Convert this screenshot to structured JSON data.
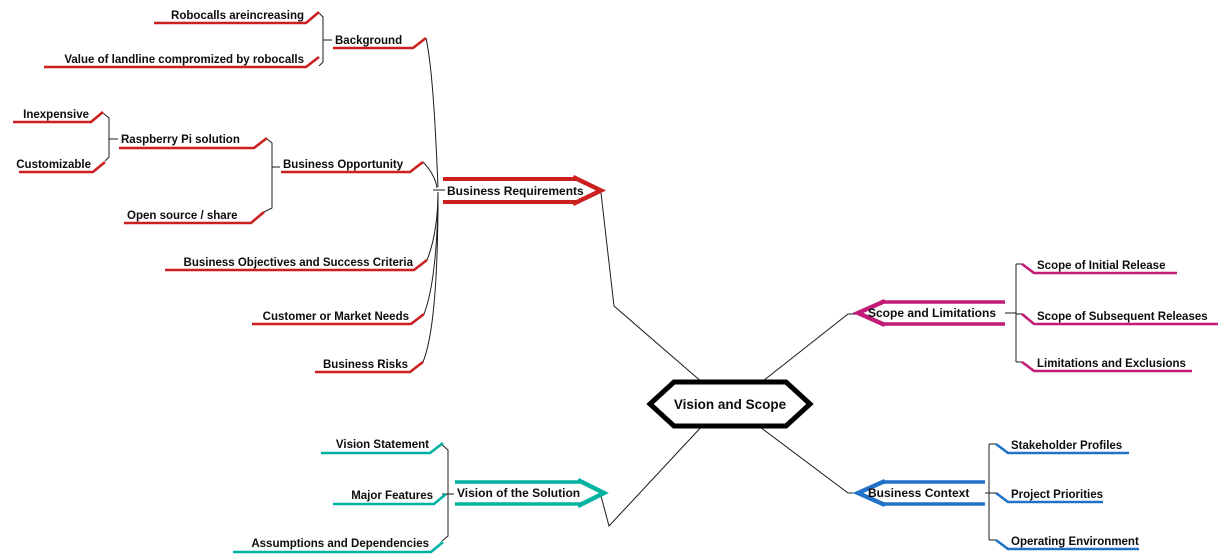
{
  "app": {
    "background_color": "#ffffff"
  },
  "diagram": {
    "type": "mindmap",
    "center": {
      "label": "Vision and Scope",
      "border_color": "#000000",
      "fill_color": "#ffffff"
    },
    "branches": [
      {
        "label": "Business Requirements",
        "color": "#cc1f1f",
        "children": [
          {
            "label": "Background",
            "children": [
              {
                "label": "Robocalls areincreasing"
              },
              {
                "label": "Value of landline compromized by robocalls"
              }
            ]
          },
          {
            "label": "Business Opportunity",
            "children": [
              {
                "label": "Raspberry Pi solution",
                "children": [
                  {
                    "label": "Inexpensive"
                  },
                  {
                    "label": "Customizable"
                  }
                ]
              },
              {
                "label": "Open source / share"
              }
            ]
          },
          {
            "label": "Business Objectives and Success Criteria"
          },
          {
            "label": "Customer or Market Needs"
          },
          {
            "label": "Business Risks"
          }
        ]
      },
      {
        "label": "Scope and Limitations",
        "color": "#c11b75",
        "children": [
          {
            "label": "Scope of Initial Release"
          },
          {
            "label": "Scope of Subsequent Releases"
          },
          {
            "label": "Limitations and Exclusions"
          }
        ]
      },
      {
        "label": "Business Context",
        "color": "#2272c8",
        "children": [
          {
            "label": "Stakeholder Profiles"
          },
          {
            "label": "Project Priorities"
          },
          {
            "label": "Operating Environment"
          }
        ]
      },
      {
        "label": "Vision of the Solution",
        "color": "#00b2a2",
        "children": [
          {
            "label": "Vision Statement"
          },
          {
            "label": "Major Features"
          },
          {
            "label": "Assumptions and Dependencies"
          }
        ]
      }
    ]
  }
}
